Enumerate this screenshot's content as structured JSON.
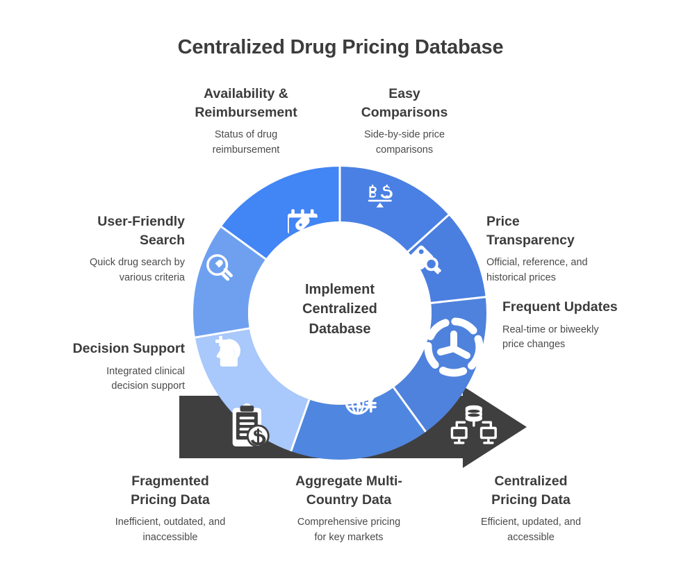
{
  "title": "Centralized Drug Pricing Database",
  "center": {
    "line1": "Implement",
    "line2": "Centralized",
    "line3": "Database"
  },
  "colors": {
    "dark_text": "#3c3c3c",
    "body_text": "#4a4a4a",
    "arrow_dark": "#3f3f3f",
    "ring_blue_1": "#4285f4",
    "ring_blue_2": "#4a7fe0",
    "ring_blue_3": "#5b8fe8",
    "ring_blue_4": "#6fa0f0",
    "ring_blue_5": "#a9c8fb",
    "ring_blue_6": "#8ab4f8",
    "white": "#ffffff"
  },
  "ring_items": [
    {
      "key": "availability-reimbursement",
      "heading": "Availability &\nReimbursement",
      "heading_lines": [
        "Availability &",
        "Reimbursement"
      ],
      "desc_lines": [
        "Status of drug",
        "reimbursement"
      ],
      "icon": "calendar-pill-check-icon",
      "color": "#4285f4"
    },
    {
      "key": "easy-comparisons",
      "heading_lines": [
        "Easy",
        "Comparisons"
      ],
      "desc_lines": [
        "Side-by-side price",
        "comparisons"
      ],
      "icon": "balance-scale-currency-icon",
      "color": "#4a80e4"
    },
    {
      "key": "price-transparency",
      "heading_lines": [
        "Price",
        "Transparency"
      ],
      "desc_lines": [
        "Official, reference, and",
        "historical prices"
      ],
      "icon": "price-tag-search-icon",
      "color": "#4a7fe0"
    },
    {
      "key": "frequent-updates",
      "heading_lines": [
        "Frequent Updates"
      ],
      "desc_lines": [
        "Real-time or biweekly",
        "price changes"
      ],
      "icon": "dashed-clock-refresh-icon",
      "color": "#4f82dd"
    },
    {
      "key": "aggregate-multi-country",
      "heading_lines": [
        "Aggregate Multi-",
        "Country Data"
      ],
      "desc_lines": [
        "Comprehensive pricing",
        "for key markets"
      ],
      "icon": "globe-currency-icon",
      "color": "#4f86e0"
    },
    {
      "key": "decision-support",
      "heading_lines": [
        "Decision Support"
      ],
      "desc_lines": [
        "Integrated clinical",
        "decision support"
      ],
      "icon": "head-medical-cross-icon",
      "color": "#a9c8fb"
    },
    {
      "key": "user-friendly-search",
      "heading_lines": [
        "User-Friendly",
        "Search"
      ],
      "desc_lines": [
        "Quick drug search by",
        "various criteria"
      ],
      "icon": "magnifier-pill-icon",
      "color": "#6fa0f0"
    }
  ],
  "arrow_items": [
    {
      "key": "fragmented-pricing-data",
      "heading_lines": [
        "Fragmented",
        "Pricing Data"
      ],
      "desc_lines": [
        "Inefficient, outdated, and",
        "inaccessible"
      ],
      "icon": "clipboard-dollar-icon"
    },
    {
      "key": "aggregate-multi-country-data",
      "heading_lines": [
        "Aggregate Multi-",
        "Country Data"
      ],
      "desc_lines": [
        "Comprehensive pricing",
        "for key markets"
      ],
      "icon": "globe-currency-icon"
    },
    {
      "key": "centralized-pricing-data",
      "heading_lines": [
        "Centralized",
        "Pricing Data"
      ],
      "desc_lines": [
        "Efficient, updated, and",
        "accessible"
      ],
      "icon": "database-network-icon"
    }
  ],
  "labels": {
    "availability": {
      "h1": "Availability &",
      "h2": "Reimbursement",
      "d1": "Status of drug",
      "d2": "reimbursement"
    },
    "easy": {
      "h1": "Easy",
      "h2": "Comparisons",
      "d1": "Side-by-side price",
      "d2": "comparisons"
    },
    "transparency": {
      "h1": "Price",
      "h2": "Transparency",
      "d1": "Official, reference, and",
      "d2": "historical prices"
    },
    "updates": {
      "h1": "Frequent Updates",
      "d1": "Real-time or biweekly",
      "d2": "price changes"
    },
    "search": {
      "h1": "User-Friendly",
      "h2": "Search",
      "d1": "Quick drug search by",
      "d2": "various criteria"
    },
    "decision": {
      "h1": "Decision Support",
      "d1": "Integrated clinical",
      "d2": "decision support"
    },
    "fragmented": {
      "h1": "Fragmented",
      "h2": "Pricing Data",
      "d1": "Inefficient, outdated, and",
      "d2": "inaccessible"
    },
    "aggregate": {
      "h1": "Aggregate Multi-",
      "h2": "Country Data",
      "d1": "Comprehensive pricing",
      "d2": "for key markets"
    },
    "centralized": {
      "h1": "Centralized",
      "h2": "Pricing Data",
      "d1": "Efficient, updated, and",
      "d2": "accessible"
    }
  }
}
